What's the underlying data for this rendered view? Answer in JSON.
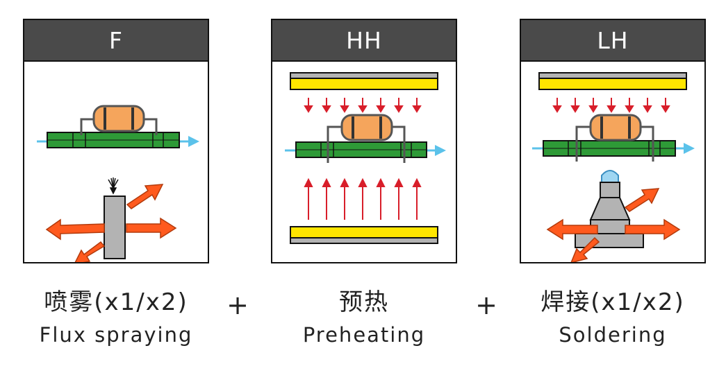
{
  "steps": [
    {
      "code": "F",
      "title_zh": "喷雾(x1/x2)",
      "title_en": "Flux spraying"
    },
    {
      "code": "HH",
      "title_zh": "预热",
      "title_en": "Preheating"
    },
    {
      "code": "LH",
      "title_zh": "焊接(x1/x2)",
      "title_en": "Soldering"
    }
  ],
  "operators": [
    "+",
    "+"
  ],
  "colors": {
    "header": "#4a4a4a",
    "pcb": "#2e9a37",
    "resistor": "#f5a55c",
    "heater": "#ffe600",
    "heat_arrow": "#d81e2a",
    "motion_arrow": "#ff5a1e",
    "travel_arrow": "#5bc2ea",
    "nozzle": "#b3b3b3",
    "solder_wave": "#9fd6f2"
  },
  "icons": [
    "flux-nozzle-icon",
    "preheater-icon",
    "solder-nozzle-icon",
    "resistor-icon",
    "pcb-icon"
  ]
}
